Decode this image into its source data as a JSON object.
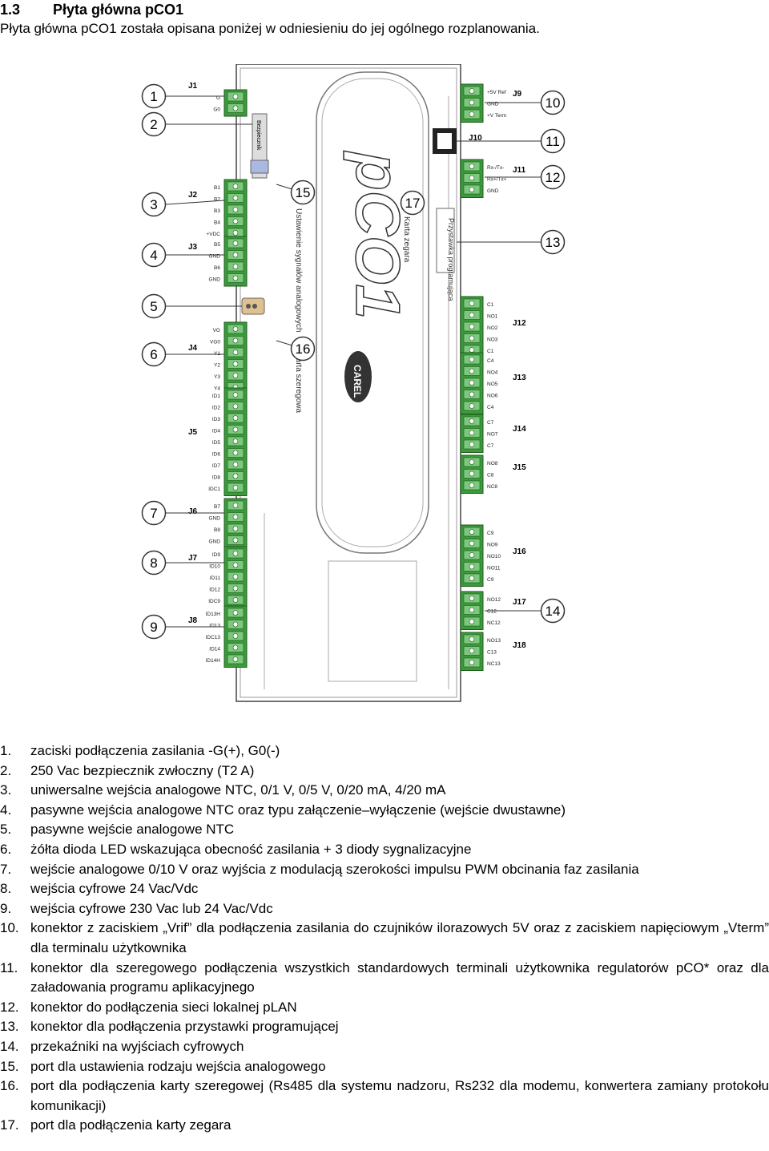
{
  "header": {
    "section_number": "1.3",
    "section_title": "Płyta główna pCO1",
    "intro": "Płyta główna pCO1 została opisana poniżej w odniesieniu do jej ogólnego rozplanowania."
  },
  "diagram": {
    "logo": "pCO1",
    "brand": "CAREL",
    "fuse_label": "Bezpiecznik",
    "side_labels": {
      "analog_setting": "Ustawienie sygnałów analogowych",
      "serial_card": "Karta szeregowa",
      "clock_card": "Karta zegara",
      "programmer": "Przystawka programująca"
    },
    "callouts": [
      "1",
      "2",
      "3",
      "4",
      "5",
      "6",
      "7",
      "8",
      "9",
      "10",
      "11",
      "12",
      "13",
      "14",
      "15",
      "16",
      "17"
    ],
    "connectors": {
      "J1": "J1",
      "J2": "J2",
      "J3": "J3",
      "J4": "J4",
      "J5": "J5",
      "J6": "J6",
      "J7": "J7",
      "J8": "J8",
      "J9": "J9",
      "J10": "J10",
      "J11": "J11",
      "J12": "J12",
      "J13": "J13",
      "J14": "J14",
      "J15": "J15",
      "J16": "J16",
      "J17": "J17",
      "J18": "J18"
    },
    "left_pins": {
      "J1": [
        "G",
        "G0"
      ],
      "J2": [
        "B1",
        "B2",
        "B3",
        "B4",
        "+VDC"
      ],
      "J3": [
        "B5",
        "GND",
        "B6",
        "GND"
      ],
      "J4": [
        "VG",
        "VG0",
        "Y1",
        "Y2",
        "Y3",
        "Y4"
      ],
      "J5": [
        "ID1",
        "ID2",
        "ID3",
        "ID4",
        "ID5",
        "ID6",
        "ID7",
        "ID8",
        "IDC1"
      ],
      "J6": [
        "B7",
        "GND",
        "B8",
        "GND"
      ],
      "J7": [
        "ID9",
        "ID10",
        "ID11",
        "ID12",
        "IDC9"
      ],
      "J8": [
        "ID13H",
        "ID13",
        "IDC13",
        "ID14",
        "ID14H"
      ]
    },
    "right_pins": {
      "J9": [
        "+5V Ref",
        "GND",
        "+V Term"
      ],
      "J11": [
        "Rx-/Tx-",
        "Rx+/Tx+",
        "GND"
      ],
      "J12": [
        "C1",
        "NO1",
        "NO2",
        "NO3",
        "C1"
      ],
      "J13": [
        "C4",
        "NO4",
        "NO5",
        "NO6",
        "C4"
      ],
      "J14": [
        "C7",
        "NO7",
        "C7"
      ],
      "J15": [
        "NO8",
        "C8",
        "NC8"
      ],
      "J16": [
        "C9",
        "NO9",
        "NO10",
        "NO11",
        "C9"
      ],
      "J17": [
        "NO12",
        "C12",
        "NC12"
      ],
      "J18": [
        "NO13",
        "C13",
        "NC13"
      ]
    }
  },
  "legend": [
    {
      "num": "1.",
      "text": "zaciski podłączenia zasilania  -G(+), G0(-)"
    },
    {
      "num": "2.",
      "text": "250 Vac bezpiecznik zwłoczny (T2 A)"
    },
    {
      "num": "3.",
      "text": "uniwersalne wejścia analogowe NTC, 0/1 V, 0/5 V, 0/20 mA, 4/20 mA"
    },
    {
      "num": "4.",
      "text": "pasywne wejścia analogowe NTC oraz typu załączenie–wyłączenie (wejście dwustawne)"
    },
    {
      "num": "5.",
      "text": "pasywne wejście analogowe NTC"
    },
    {
      "num": "6.",
      "text": "żółta dioda LED wskazująca obecność zasilania + 3 diody sygnalizacyjne"
    },
    {
      "num": "7.",
      "text": "wejście analogowe 0/10 V oraz wyjścia z modulacją szerokości impulsu PWM obcinania faz zasilania"
    },
    {
      "num": "8.",
      "text": "wejścia cyfrowe 24 Vac/Vdc"
    },
    {
      "num": "9.",
      "text": "wejścia cyfrowe 230 Vac lub 24 Vac/Vdc"
    },
    {
      "num": "10.",
      "text": "konektor z zaciskiem „Vrif” dla podłączenia zasilania do czujników ilorazowych 5V oraz z zaciskiem napięciowym „Vterm” dla terminalu użytkownika"
    },
    {
      "num": "11.",
      "text": "konektor dla szeregowego podłączenia wszystkich standardowych terminali użytkownika regulatorów pCO* oraz dla załadowania programu aplikacyjnego"
    },
    {
      "num": "12.",
      "text": "konektor do podłączenia sieci lokalnej pLAN"
    },
    {
      "num": "13.",
      "text": "konektor dla podłączenia przystawki programującej"
    },
    {
      "num": "14.",
      "text": "przekaźniki na wyjściach cyfrowych"
    },
    {
      "num": "15.",
      "text": "port dla ustawienia rodzaju wejścia analogowego"
    },
    {
      "num": "16.",
      "text": "port dla podłączenia karty szeregowej (Rs485 dla systemu nadzoru, Rs232 dla modemu, konwertera zamiany protokołu komunikacji)"
    },
    {
      "num": "17.",
      "text": "port dla podłączenia karty zegara"
    }
  ]
}
